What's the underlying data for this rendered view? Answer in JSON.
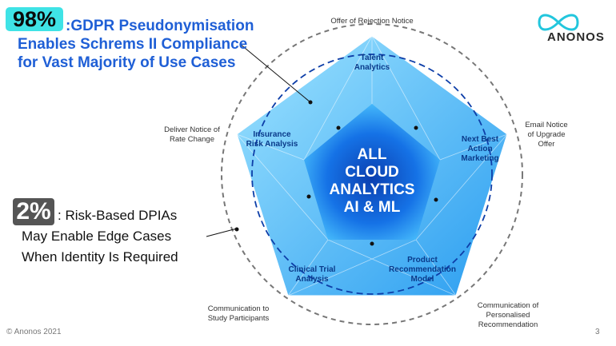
{
  "headline": {
    "badge": "98%",
    "line1": ":GDPR Pseudonymisation",
    "line2": "Enables Schrems II Compliance",
    "line3": "for Vast Majority of Use Cases"
  },
  "secondary": {
    "badge": "2%",
    "line1": ": Risk-Based DPIAs",
    "line2": "May Enable Edge Cases",
    "line3": "When Identity Is Required"
  },
  "center_text": [
    "ALL",
    "CLOUD",
    "ANALYTICS",
    "AI & ML"
  ],
  "segments": {
    "talent": [
      "Talent",
      "Analytics"
    ],
    "insurance": [
      "Insurance",
      "Risk Analysis"
    ],
    "next_best": [
      "Next Best",
      "Action",
      "Marketing"
    ],
    "clinical": [
      "Clinical Trial",
      "Analysis"
    ],
    "product": [
      "Product",
      "Recommendation",
      "Model"
    ]
  },
  "outer_labels": {
    "offer": [
      "Offer of Rejection Notice"
    ],
    "deliver": [
      "Deliver Notice of",
      "Rate Change"
    ],
    "email": [
      "Email Notice",
      "of Upgrade",
      "Offer"
    ],
    "communication_study": [
      "Communication to",
      "Study Participants"
    ],
    "communication_personalised": [
      "Communication of",
      "Personalised",
      "Recommendation"
    ]
  },
  "brand": {
    "name": "ANONOS"
  },
  "footer": {
    "copyright": "© Anonos 2021",
    "page": "3"
  },
  "colors": {
    "headline": "#1f5fd6",
    "badge98": "#3fe3e6",
    "badge2": "#555555",
    "diamond": "#1e88e5"
  }
}
